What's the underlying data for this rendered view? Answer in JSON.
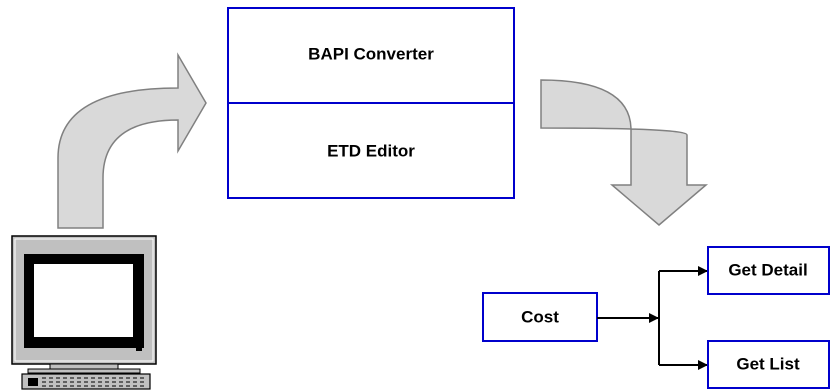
{
  "diagram": {
    "converter_panel": {
      "top_label": "BAPI Converter",
      "bottom_label": "ETD Editor"
    },
    "nodes": {
      "cost": "Cost",
      "get_detail": "Get Detail",
      "get_list": "Get List"
    },
    "icons": {
      "workstation": "computer-monitor-icon",
      "keyboard": "keyboard-icon",
      "flow_arrow_in": "curved-arrow-up-right-icon",
      "flow_arrow_out": "curved-arrow-down-right-icon"
    },
    "colors": {
      "box_border": "#0000CC",
      "arrow_fill": "#D9D9D9",
      "arrow_stroke": "#808080",
      "monitor_body": "#C0C0C0",
      "screen": "#000000"
    }
  }
}
